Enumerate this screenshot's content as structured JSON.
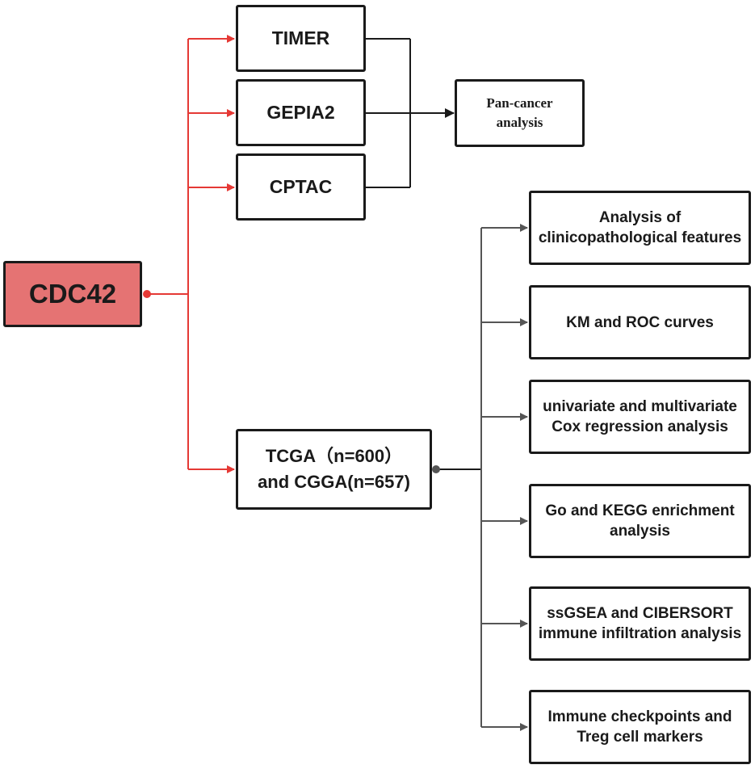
{
  "colors": {
    "root_fill": "#e57373",
    "red_line": "#e53935",
    "dark_line": "#1a1a1a",
    "gray_line": "#555555"
  },
  "root": {
    "label": "CDC42"
  },
  "databases": [
    {
      "label": "TIMER"
    },
    {
      "label": "GEPIA2"
    },
    {
      "label": "CPTAC"
    }
  ],
  "pan_cancer": {
    "label": "Pan-cancer\nanalysis"
  },
  "cohort": {
    "label": "TCGA（n=600）\nand CGGA(n=657)"
  },
  "analyses": [
    {
      "label": "Analysis of\nclinicopathological features"
    },
    {
      "label": "KM and ROC curves"
    },
    {
      "label": "univariate and multivariate\nCox regression analysis"
    },
    {
      "label": "Go and KEGG enrichment\nanalysis"
    },
    {
      "label": "ssGSEA and CIBERSORT\nimmune infiltration analysis"
    },
    {
      "label": "Immune checkpoints and\nTreg cell markers"
    }
  ]
}
